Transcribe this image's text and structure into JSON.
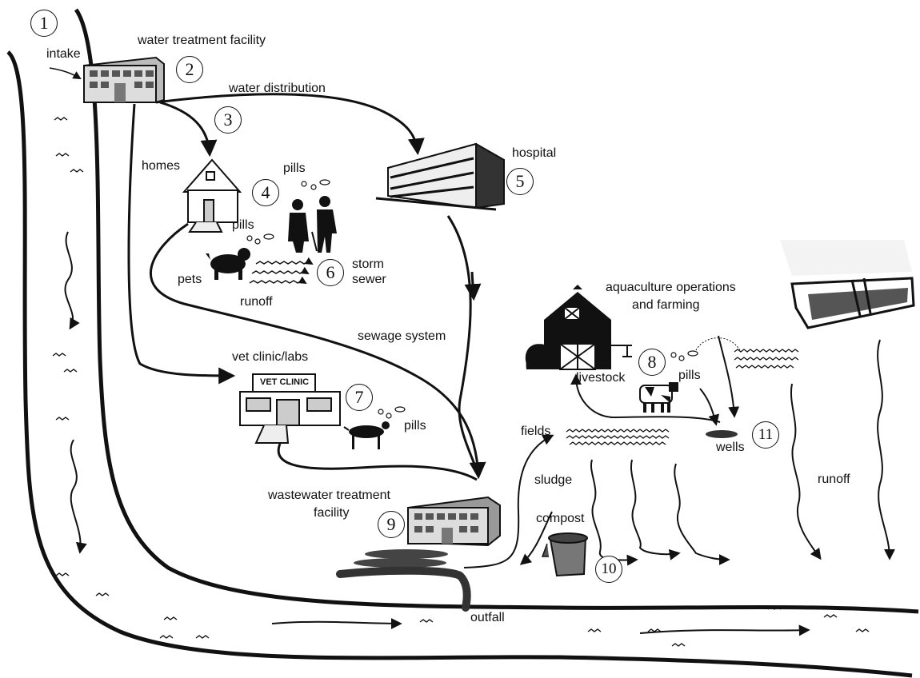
{
  "labels": {
    "intake": "intake",
    "water_treatment": "water treatment facility",
    "water_distribution": "water distribution",
    "homes": "homes",
    "pills_a": "pills",
    "pills_b": "pills",
    "pets": "pets",
    "runoff_a": "runoff",
    "storm": "storm",
    "sewer": "sewer",
    "hospital": "hospital",
    "sewage_system": "sewage system",
    "vet_clinic_labs": "vet clinic/labs",
    "vet_clinic_sign": "VET CLINIC",
    "pills_c": "pills",
    "aquaculture_1": "aquaculture operations",
    "aquaculture_2": "and farming",
    "livestock": "livestock",
    "pills_d": "pills",
    "fields": "fields",
    "wells": "wells",
    "sludge": "sludge",
    "compost": "compost",
    "wastewater_1": "wastewater treatment",
    "wastewater_2": "facility",
    "outfall": "outfall",
    "runoff_b": "runoff"
  },
  "numbers": [
    "1",
    "2",
    "3",
    "4",
    "5",
    "6",
    "7",
    "8",
    "9",
    "10",
    "11"
  ]
}
